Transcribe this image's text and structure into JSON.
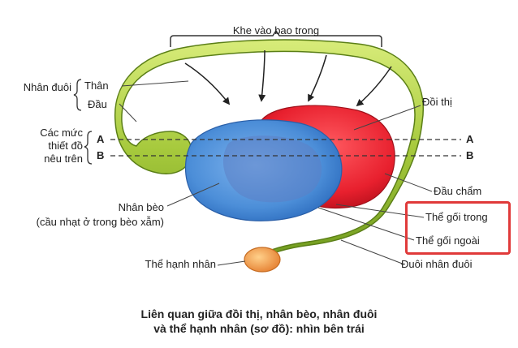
{
  "labels": {
    "slit": "Khe vào bao trong",
    "caudate_group": "Nhân đuôi",
    "body": "Thân",
    "head": "Đầu",
    "levels_line1": "Các mức",
    "levels_line2": "thiết đồ",
    "levels_line3": "nêu trên",
    "a_left": "A",
    "b_left": "B",
    "a_right": "A",
    "b_right": "B",
    "thalamus": "Đồi thị",
    "pulvinar": "Đầu chẩm",
    "lentiform_line1": "Nhân bèo",
    "lentiform_line2": "(cầu nhạt ở trong bèo xẫm)",
    "medial_geniculate": "Thể gối trong",
    "lateral_geniculate": "Thể gối ngoài",
    "amygdala": "Thể hạnh nhân",
    "caudate_tail": "Đuôi nhân đuôi"
  },
  "caption": {
    "line1": "Liên quan giữa đồi thị, nhân bèo, nhân đuôi",
    "line2": "và thể hạnh nhân (sơ đồ): nhìn bên trái"
  },
  "colors": {
    "caudate_green": "#a6c93c",
    "lentiform_blue": "#4c8ed8",
    "thalamus_red": "#e8202e",
    "amygdala_orange": "#f2a050",
    "highlight_red": "#e03a3a"
  }
}
